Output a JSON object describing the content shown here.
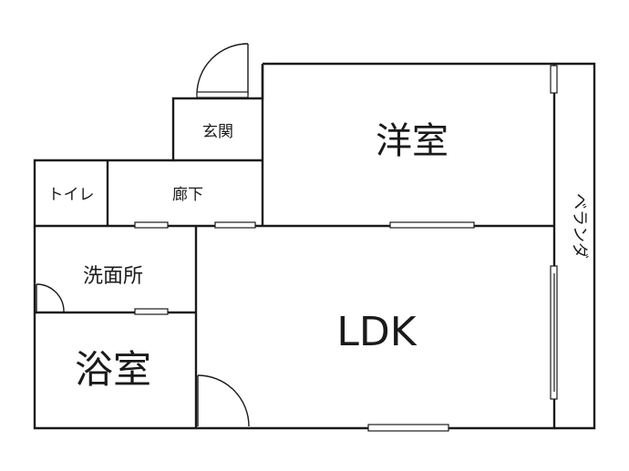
{
  "rooms": {
    "western_room": "洋室",
    "ldk": "LDK",
    "bath": "浴室",
    "washroom": "洗面所",
    "toilet": "トイレ",
    "hallway": "廊下",
    "entrance": "玄関",
    "veranda": "ベランダ"
  }
}
